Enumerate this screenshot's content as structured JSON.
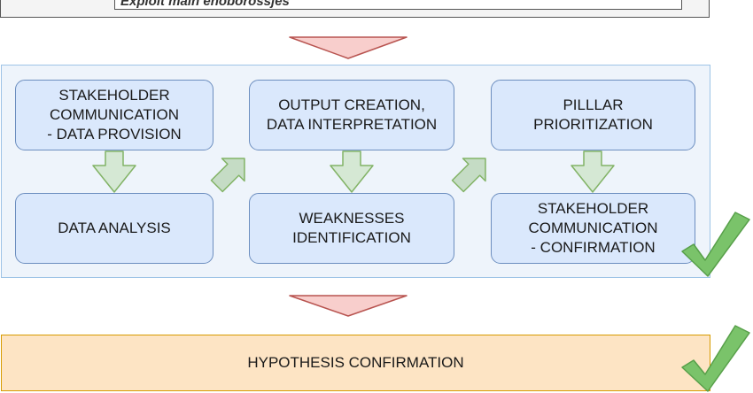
{
  "top_panel": {
    "text": "Exploit main enoborossjes"
  },
  "process": {
    "steps": [
      {
        "id": "stakeholder-data-provision",
        "label": "STAKEHOLDER\nCOMMUNICATION\n- DATA PROVISION"
      },
      {
        "id": "data-analysis",
        "label": "DATA ANALYSIS"
      },
      {
        "id": "output-creation",
        "label": "OUTPUT CREATION,\nDATA INTERPRETATION"
      },
      {
        "id": "weaknesses-identification",
        "label": "WEAKNESSES\nIDENTIFICATION"
      },
      {
        "id": "pillar-prioritization",
        "label": "PILLLAR\nPRIORITIZATION"
      },
      {
        "id": "stakeholder-confirmation",
        "label": "STAKEHOLDER\nCOMMUNICATION\n- CONFIRMATION"
      }
    ]
  },
  "hypothesis": {
    "label": "HYPOTHESIS CONFIRMATION"
  },
  "icons": {
    "flow_down": "triangle-down-icon",
    "step_arrow": "arrow-down-icon",
    "diagonal_arrow": "arrow-up-right-icon",
    "done": "checkmark-icon"
  },
  "colors": {
    "step_fill": "#dae8fc",
    "step_border": "#6c8ebf",
    "panel_fill": "#eef4fb",
    "panel_border": "#9dc3e6",
    "arrow_fill": "#d5e8d4",
    "arrow_border": "#82b366",
    "flow_triangle_fill": "#f8cecc",
    "flow_triangle_border": "#b85450",
    "hypothesis_fill": "#fde4c4",
    "hypothesis_border": "#d79b00",
    "checkmark": "#7ac36a"
  }
}
